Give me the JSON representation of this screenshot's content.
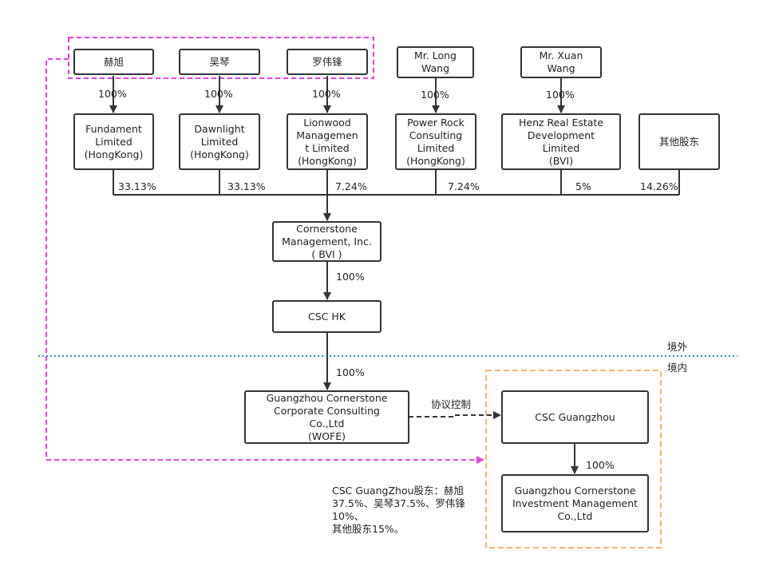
{
  "persons": {
    "he_xu": "赫旭",
    "wu_qin": "吴琴",
    "luo_weifeng": "罗伟锋",
    "long_wang": "Mr. Long\nWang",
    "xuan_wang": "Mr. Xuan\nWang"
  },
  "entities": {
    "fundament": "Fundament\nLimited\n(HongKong)",
    "dawnlight": "Dawnlight\nLimited\n(HongKong)",
    "lionwood": "Lionwood\nManagemen\nt Limited\n(HongKong)",
    "power_rock": "Power Rock\nConsulting\nLimited\n(HongKong)",
    "henz": "Henz Real Estate\nDevelopment\nLimited\n(BVI)",
    "other_shareholders": "其他股东",
    "cornerstone_bvi": "Cornerstone\nManagement, Inc.\n( BVI )",
    "csc_hk": "CSC HK",
    "wofe": "Guangzhou Cornerstone\nCorporate Consulting\nCo.,Ltd\n(WOFE)",
    "csc_guangzhou": "CSC Guangzhou",
    "gz_investment": "Guangzhou Cornerstone\nInvestment Management\nCo.,Ltd"
  },
  "ownership": {
    "he_xu_fundament": "100%",
    "wu_qin_dawnlight": "100%",
    "luo_lionwood": "100%",
    "long_power_rock": "100%",
    "xuan_henz": "100%",
    "fundament_pct": "33.13%",
    "dawnlight_pct": "33.13%",
    "lionwood_pct": "7.24%",
    "power_rock_pct": "7.24%",
    "henz_pct": "5%",
    "other_pct": "14.26%",
    "bvi_hk": "100%",
    "hk_wofe": "100%",
    "cscgz_investment": "100%"
  },
  "regions": {
    "offshore": "境外",
    "onshore": "境内"
  },
  "agreement_label": "协议控制",
  "note": "CSC GuangZhou股东：赫旭\n37.5%、吴琴37.5%、罗伟锋10%、\n其他股东15%。",
  "colors": {
    "line": "#333333",
    "magenta": "#ee3be8",
    "orange": "#f7b46a",
    "divider": "#2a8fd6"
  }
}
